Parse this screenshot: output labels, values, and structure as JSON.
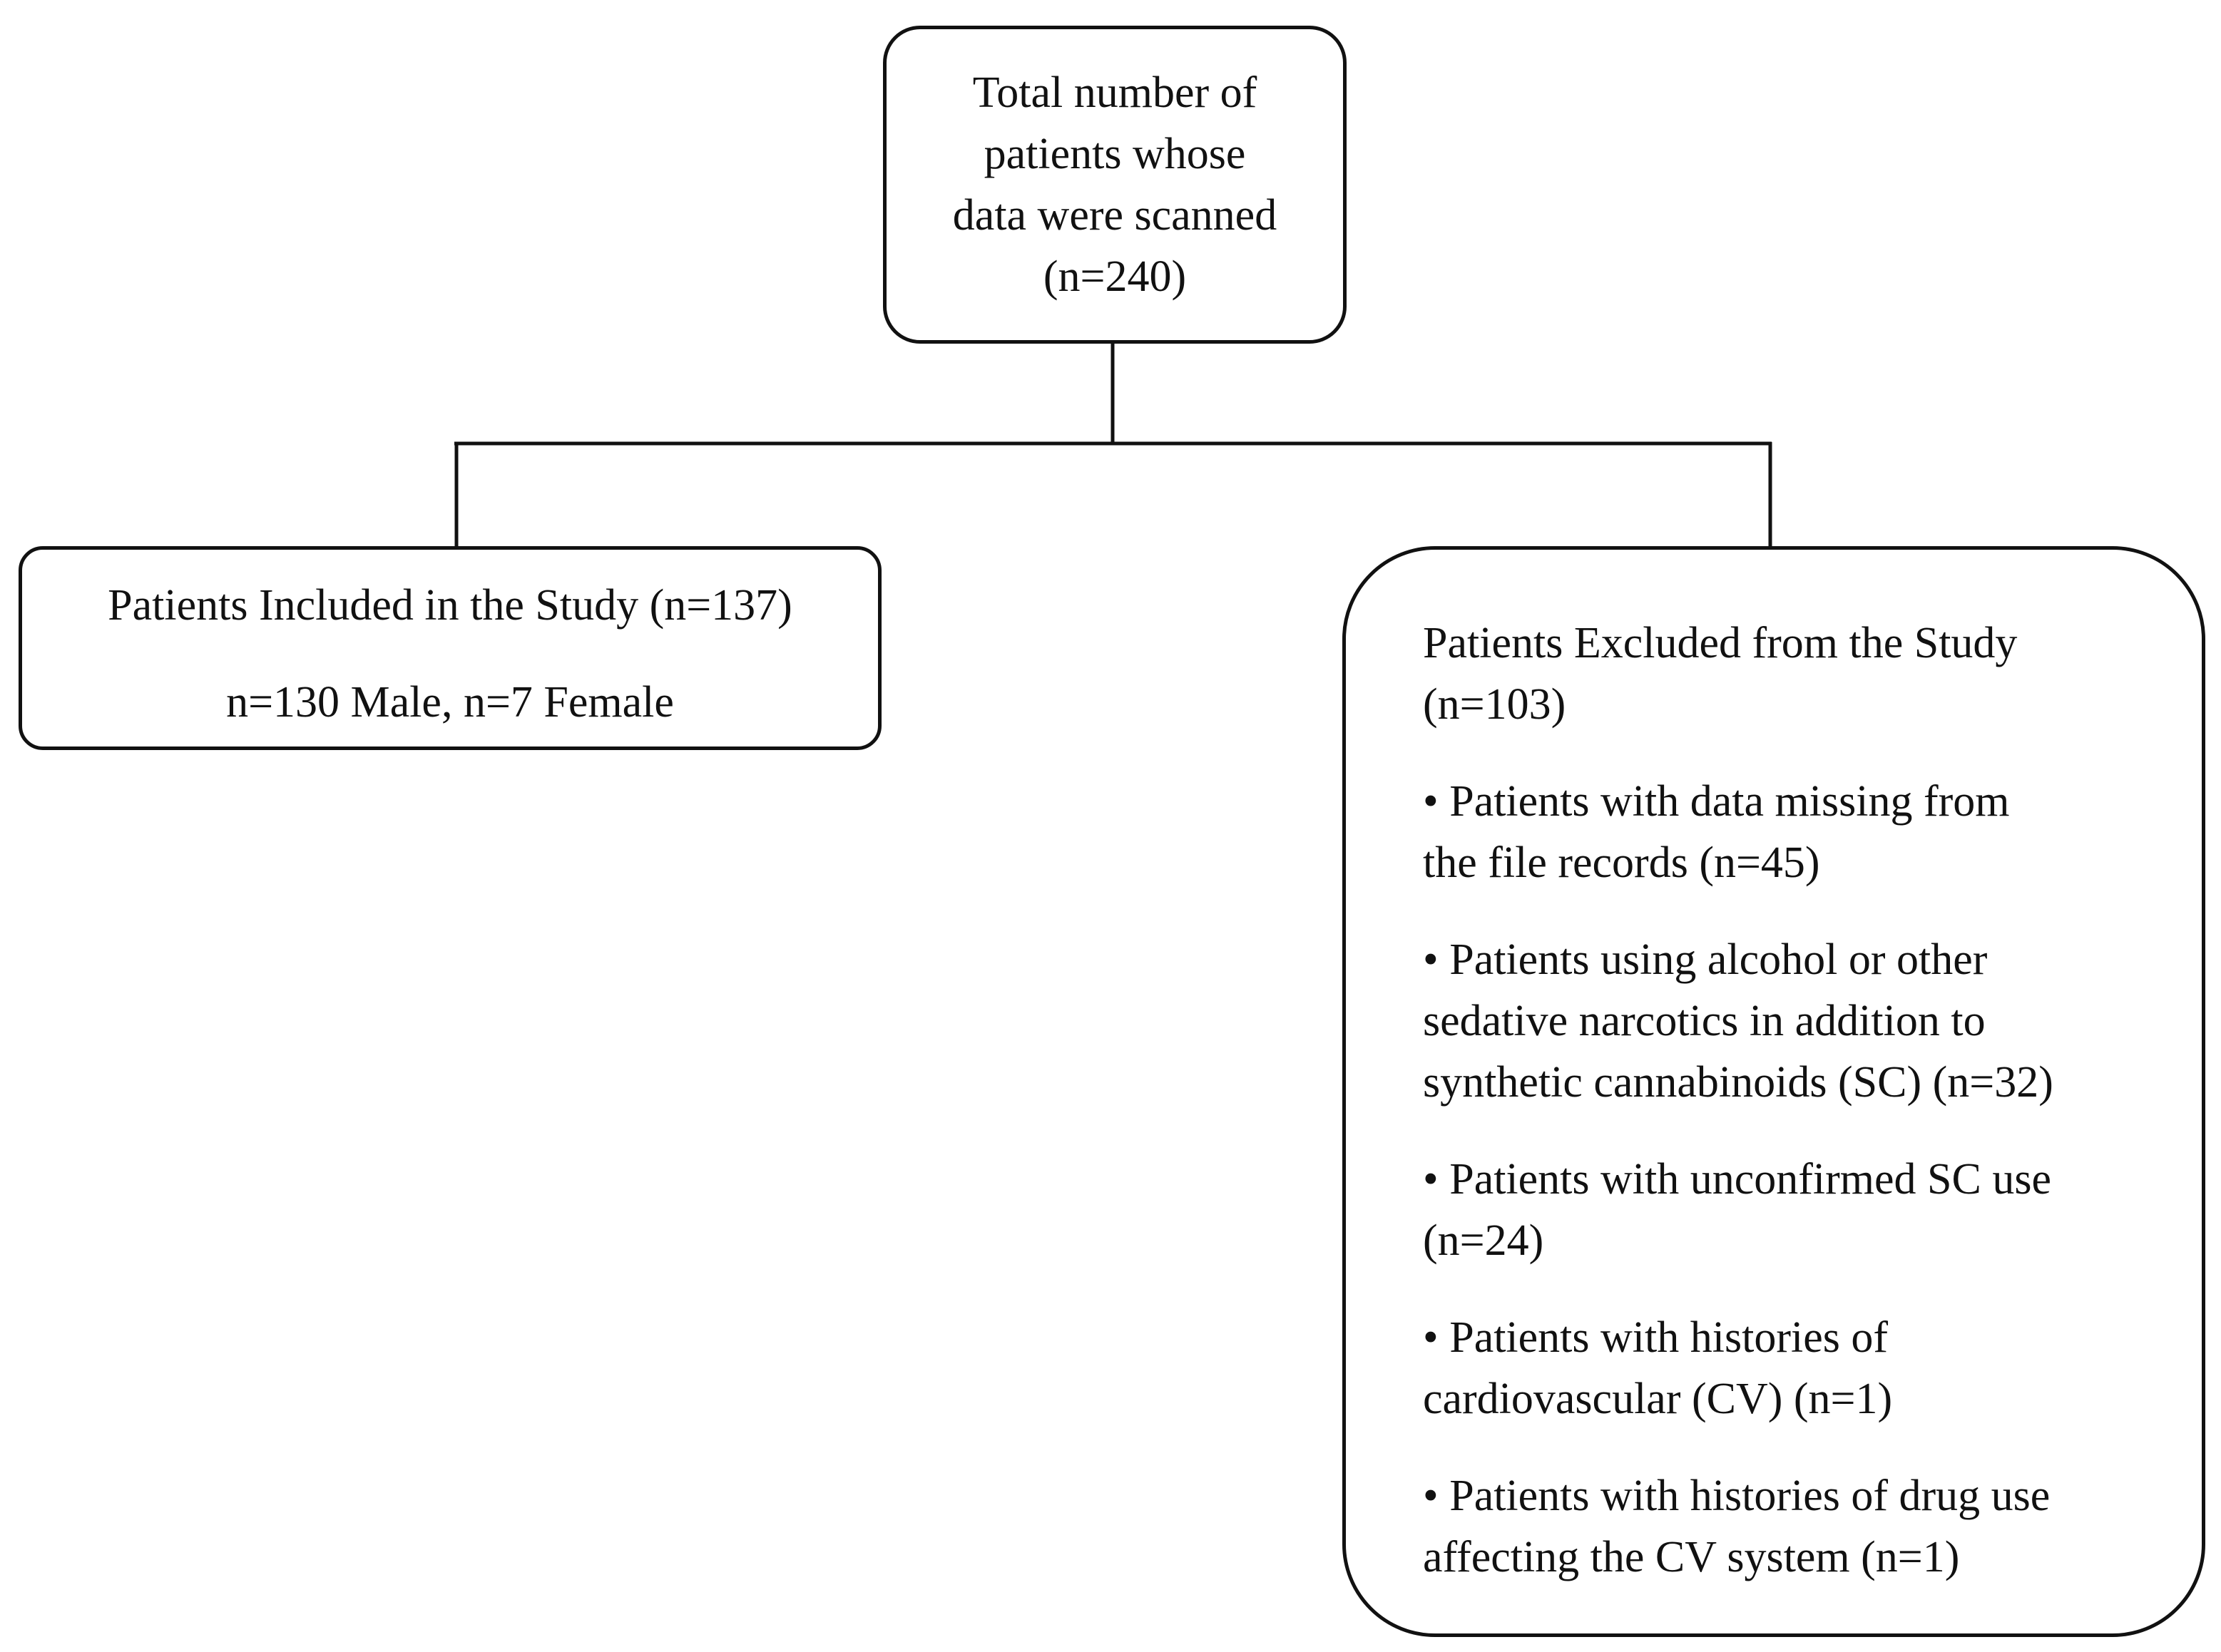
{
  "total_box": {
    "lines": [
      "Total number of",
      "patients whose",
      "data were scanned",
      "(n=240)"
    ]
  },
  "included_box": {
    "title": "Patients Included in the Study (n=137)",
    "subtitle": "n=130 Male, n=7 Female"
  },
  "excluded_box": {
    "title_lines": [
      "Patients Excluded from the Study",
      "(n=103)"
    ],
    "items": [
      {
        "lines": [
          "• Patients with data missing from",
          "the file records  (n=45)"
        ]
      },
      {
        "lines": [
          "• Patients using alcohol or other",
          "sedative narcotics  in addition to",
          "synthetic cannabinoids (SC) (n=32)"
        ]
      },
      {
        "lines": [
          "• Patients with unconfirmed SC use",
          "(n=24)"
        ]
      },
      {
        "lines": [
          "• Patients with histories of",
          "cardiovascular (CV) (n=1)"
        ]
      },
      {
        "lines": [
          "• Patients with histories of drug use",
          "affecting the CV system  (n=1)"
        ]
      }
    ]
  },
  "colors": {
    "stroke": "#111111",
    "background": "#ffffff",
    "text": "#111111"
  }
}
